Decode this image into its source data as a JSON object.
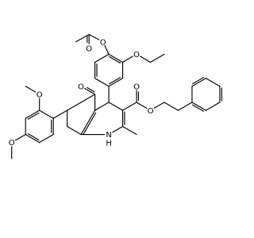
{
  "diagram": {
    "type": "chemical-structure",
    "atom_labels": {
      "o_acetyl_carbonyl": "O",
      "o_acetyl_ester": "O",
      "o_ethoxy": "O",
      "o_ketone": "O",
      "o_ester_carbonyl": "O",
      "o_ester_alkyl": "O",
      "o_methoxy_upper": "O",
      "o_methoxy_lower": "O",
      "n_amine": "N",
      "h_amine": "H"
    },
    "colors": {
      "bond": "#000000",
      "label": "#000000",
      "background": "#ffffff"
    }
  }
}
